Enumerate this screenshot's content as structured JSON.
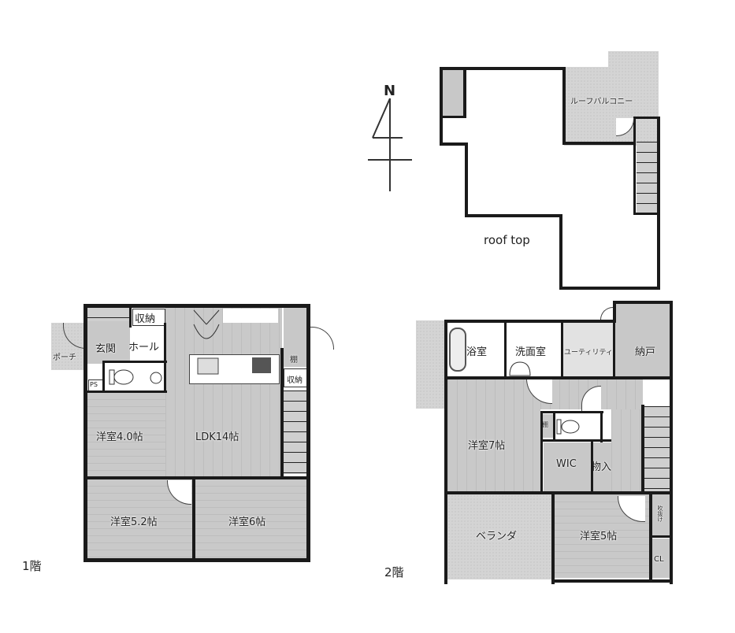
{
  "compass": {
    "label": "N"
  },
  "roof": {
    "label": "roof top",
    "balcony_label": "ルーフバルコニー"
  },
  "floor1": {
    "label": "1階",
    "rooms": {
      "porch": "ポーチ",
      "entrance": "玄関",
      "hall": "ホール",
      "storage_top": "収納",
      "ps": "PS",
      "ldk": "LDK14帖",
      "shelf": "棚",
      "storage_side": "収納",
      "western_4": "洋室4.0帖",
      "western_52": "洋室5.2帖",
      "western_6": "洋室6帖"
    }
  },
  "floor2": {
    "label": "2階",
    "rooms": {
      "bath": "浴室",
      "washroom": "洗面室",
      "utility": "ユーティリティ",
      "closet_nando": "納戸",
      "western_7": "洋室7帖",
      "shelf": "棚",
      "wic": "WIC",
      "storeroom": "物入",
      "veranda": "ベランダ",
      "western_5": "洋室5帖",
      "atrium": "吹抜け",
      "cl": "CL"
    }
  }
}
